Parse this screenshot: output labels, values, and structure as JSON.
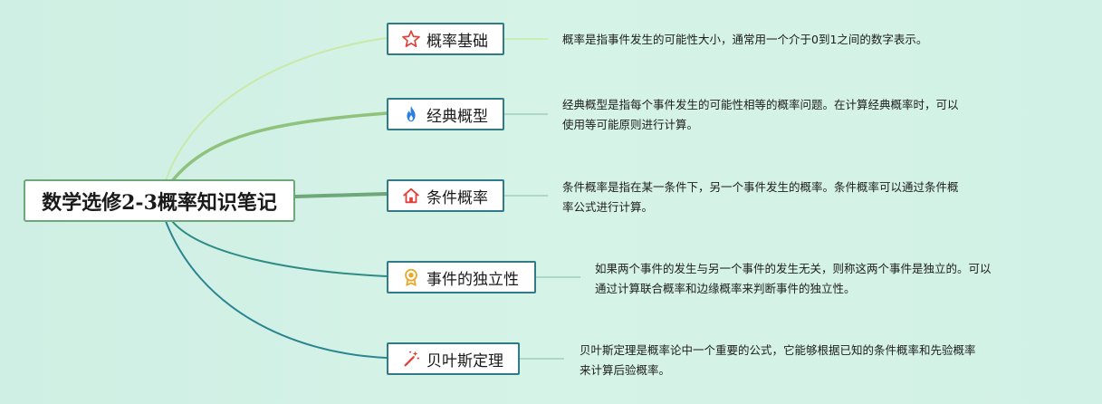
{
  "root": {
    "title": "数学选修2-3概率知识笔记"
  },
  "topics": [
    {
      "label": "概率基础",
      "icon": "star-outline-icon",
      "icon_color": "#e0413a",
      "desc_lines": [
        "概率是指事件发生的可能性大小，通常用一个介于0到1之间的数字表示。"
      ]
    },
    {
      "label": "经典概型",
      "icon": "flame-icon",
      "icon_color": "#2b7fe0",
      "desc_lines": [
        "经典概型是指每个事件发生的可能性相等的概率问题。在计算经典概率时，可以",
        "使用等可能原则进行计算。"
      ]
    },
    {
      "label": "条件概率",
      "icon": "house-icon",
      "icon_color": "#e0413a",
      "desc_lines": [
        "条件概率是指在某一条件下，另一个事件发生的概率。条件概率可以通过条件概",
        "率公式进行计算。"
      ]
    },
    {
      "label": "事件的独立性",
      "icon": "medal-icon",
      "icon_color": "#e8a92a",
      "desc_lines": [
        "如果两个事件的发生与另一个事件的发生无关，则称这两个事件是独立的。可以",
        "通过计算联合概率和边缘概率来判断事件的独立性。"
      ]
    },
    {
      "label": "贝叶斯定理",
      "icon": "magic-wand-icon",
      "icon_color": "#e0413a",
      "desc_lines": [
        "贝叶斯定理是概率论中一个重要的公式，它能够根据已知的条件概率和先验概率",
        "来计算后验概率。"
      ]
    }
  ],
  "colors": {
    "background": "#d2f1e6",
    "root_border": "#6da77a",
    "topic_border": "#2f7c88",
    "branch_1": "#c8e9a8",
    "branch_2": "#8fc27b",
    "branch_3": "#6ea77a",
    "branch_4": "#2e8c86",
    "branch_5": "#2a8591",
    "connector": "#9fcfbd"
  }
}
